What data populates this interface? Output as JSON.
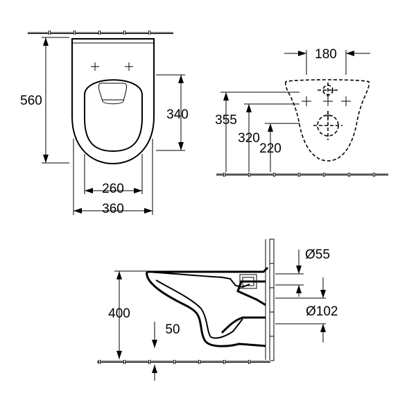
{
  "top_view": {
    "dim_length": "560",
    "dim_pan_length": "340",
    "dim_inner_width": "260",
    "dim_outer_width": "360"
  },
  "front_view": {
    "dim_fixing_spacing": "180",
    "dim_height_355": "355",
    "dim_height_320": "320",
    "dim_height_220": "220"
  },
  "side_view": {
    "dim_inlet_diameter": "Ø55",
    "dim_outlet_diameter": "Ø102",
    "dim_bowl_height": "400",
    "dim_outlet_height": "50"
  }
}
